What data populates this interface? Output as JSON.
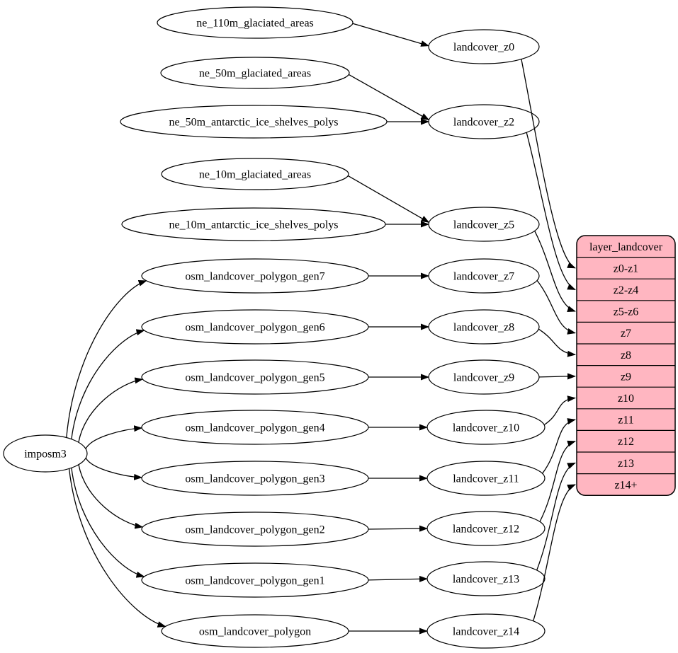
{
  "diagram": {
    "type": "graphviz-flow",
    "colors": {
      "background": "#ffffff",
      "node_fill": "#ffffff",
      "node_stroke": "#000000",
      "edge": "#000000",
      "table_fill": "#ffb6c1",
      "text": "#000000"
    },
    "nodes": [
      {
        "id": "imposm3",
        "label": "imposm3"
      },
      {
        "id": "ne_110m_glaciated_areas",
        "label": "ne_110m_glaciated_areas"
      },
      {
        "id": "ne_50m_glaciated_areas",
        "label": "ne_50m_glaciated_areas"
      },
      {
        "id": "ne_50m_antarctic_ice_shelves_polys",
        "label": "ne_50m_antarctic_ice_shelves_polys"
      },
      {
        "id": "ne_10m_glaciated_areas",
        "label": "ne_10m_glaciated_areas"
      },
      {
        "id": "ne_10m_antarctic_ice_shelves_polys",
        "label": "ne_10m_antarctic_ice_shelves_polys"
      },
      {
        "id": "osm_landcover_polygon_gen7",
        "label": "osm_landcover_polygon_gen7"
      },
      {
        "id": "osm_landcover_polygon_gen6",
        "label": "osm_landcover_polygon_gen6"
      },
      {
        "id": "osm_landcover_polygon_gen5",
        "label": "osm_landcover_polygon_gen5"
      },
      {
        "id": "osm_landcover_polygon_gen4",
        "label": "osm_landcover_polygon_gen4"
      },
      {
        "id": "osm_landcover_polygon_gen3",
        "label": "osm_landcover_polygon_gen3"
      },
      {
        "id": "osm_landcover_polygon_gen2",
        "label": "osm_landcover_polygon_gen2"
      },
      {
        "id": "osm_landcover_polygon_gen1",
        "label": "osm_landcover_polygon_gen1"
      },
      {
        "id": "osm_landcover_polygon",
        "label": "osm_landcover_polygon"
      },
      {
        "id": "landcover_z0",
        "label": "landcover_z0"
      },
      {
        "id": "landcover_z2",
        "label": "landcover_z2"
      },
      {
        "id": "landcover_z5",
        "label": "landcover_z5"
      },
      {
        "id": "landcover_z7",
        "label": "landcover_z7"
      },
      {
        "id": "landcover_z8",
        "label": "landcover_z8"
      },
      {
        "id": "landcover_z9",
        "label": "landcover_z9"
      },
      {
        "id": "landcover_z10",
        "label": "landcover_z10"
      },
      {
        "id": "landcover_z11",
        "label": "landcover_z11"
      },
      {
        "id": "landcover_z12",
        "label": "landcover_z12"
      },
      {
        "id": "landcover_z13",
        "label": "landcover_z13"
      },
      {
        "id": "landcover_z14",
        "label": "landcover_z14"
      }
    ],
    "table": {
      "id": "layer_landcover",
      "title": "layer_landcover",
      "rows": [
        "z0-z1",
        "z2-z4",
        "z5-z6",
        "z7",
        "z8",
        "z9",
        "z10",
        "z11",
        "z12",
        "z13",
        "z14+"
      ]
    },
    "edges": [
      {
        "from": "imposm3",
        "to": "osm_landcover_polygon_gen7"
      },
      {
        "from": "imposm3",
        "to": "osm_landcover_polygon_gen6"
      },
      {
        "from": "imposm3",
        "to": "osm_landcover_polygon_gen5"
      },
      {
        "from": "imposm3",
        "to": "osm_landcover_polygon_gen4"
      },
      {
        "from": "imposm3",
        "to": "osm_landcover_polygon_gen3"
      },
      {
        "from": "imposm3",
        "to": "osm_landcover_polygon_gen2"
      },
      {
        "from": "imposm3",
        "to": "osm_landcover_polygon_gen1"
      },
      {
        "from": "imposm3",
        "to": "osm_landcover_polygon"
      },
      {
        "from": "ne_110m_glaciated_areas",
        "to": "landcover_z0"
      },
      {
        "from": "ne_50m_glaciated_areas",
        "to": "landcover_z2"
      },
      {
        "from": "ne_50m_antarctic_ice_shelves_polys",
        "to": "landcover_z2"
      },
      {
        "from": "ne_10m_glaciated_areas",
        "to": "landcover_z5"
      },
      {
        "from": "ne_10m_antarctic_ice_shelves_polys",
        "to": "landcover_z5"
      },
      {
        "from": "osm_landcover_polygon_gen7",
        "to": "landcover_z7"
      },
      {
        "from": "osm_landcover_polygon_gen6",
        "to": "landcover_z8"
      },
      {
        "from": "osm_landcover_polygon_gen5",
        "to": "landcover_z9"
      },
      {
        "from": "osm_landcover_polygon_gen4",
        "to": "landcover_z10"
      },
      {
        "from": "osm_landcover_polygon_gen3",
        "to": "landcover_z11"
      },
      {
        "from": "osm_landcover_polygon_gen2",
        "to": "landcover_z12"
      },
      {
        "from": "osm_landcover_polygon_gen1",
        "to": "landcover_z13"
      },
      {
        "from": "osm_landcover_polygon",
        "to": "landcover_z14"
      },
      {
        "from": "landcover_z0",
        "to_row": "z0-z1"
      },
      {
        "from": "landcover_z2",
        "to_row": "z2-z4"
      },
      {
        "from": "landcover_z5",
        "to_row": "z5-z6"
      },
      {
        "from": "landcover_z7",
        "to_row": "z7"
      },
      {
        "from": "landcover_z8",
        "to_row": "z8"
      },
      {
        "from": "landcover_z9",
        "to_row": "z9"
      },
      {
        "from": "landcover_z10",
        "to_row": "z10"
      },
      {
        "from": "landcover_z11",
        "to_row": "z11"
      },
      {
        "from": "landcover_z12",
        "to_row": "z12"
      },
      {
        "from": "landcover_z13",
        "to_row": "z13"
      },
      {
        "from": "landcover_z14",
        "to_row": "z14+"
      }
    ]
  }
}
